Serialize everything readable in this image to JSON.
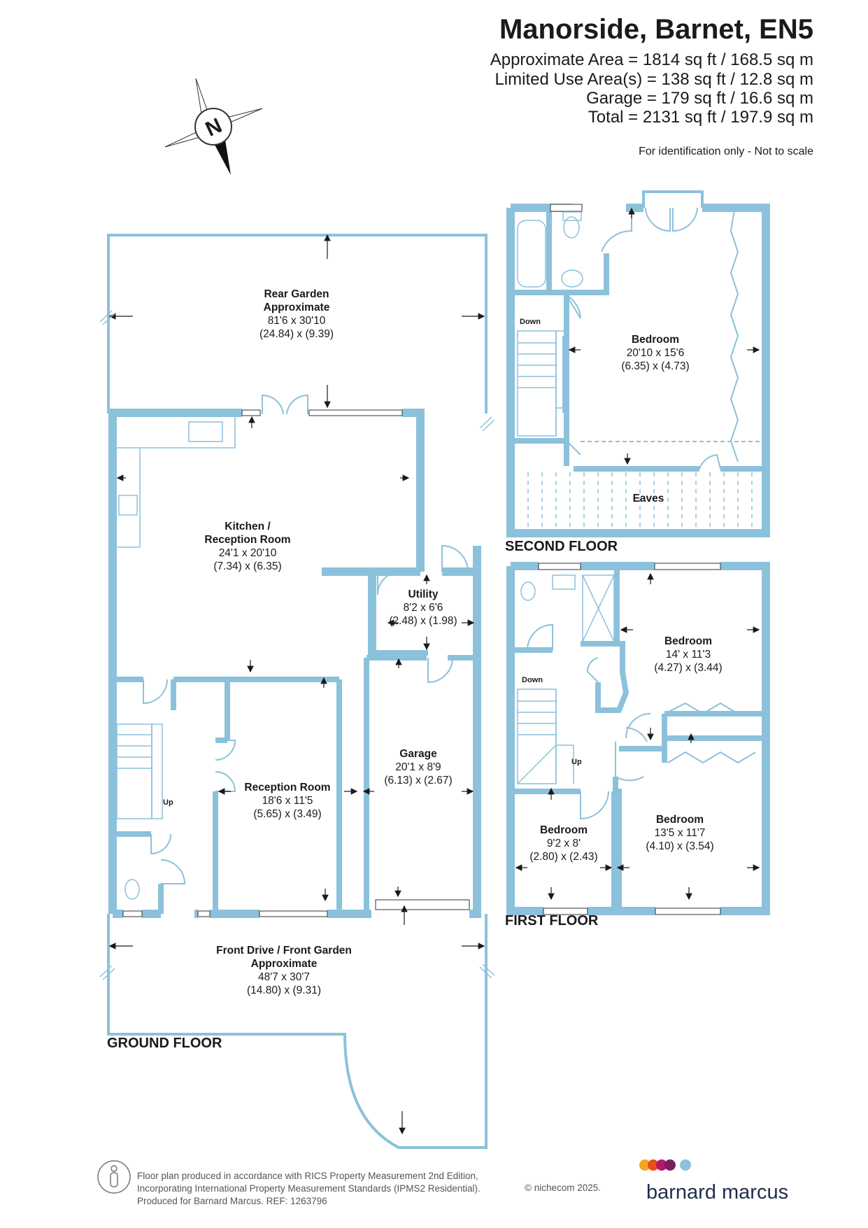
{
  "header": {
    "title": "Manorside, Barnet, EN5",
    "area_lines": [
      "Approximate Area = 1814 sq ft / 168.5 sq m",
      "Limited Use Area(s) = 138 sq ft / 12.8 sq m",
      "Garage = 179 sq ft / 16.6 sq m",
      "Total = 2131 sq ft / 197.9 sq m"
    ],
    "note": "For identification only - Not to scale"
  },
  "compass": {
    "letter": "N"
  },
  "colors": {
    "wall": "#8cc1dc",
    "door_arc": "#8cc1dc",
    "text": "#1a1a1a"
  },
  "floors": {
    "ground": "GROUND FLOOR",
    "first": "FIRST FLOOR",
    "second": "SECOND FLOOR"
  },
  "rooms": {
    "rear_garden": {
      "name1": "Rear Garden",
      "name2": "Approximate",
      "imperial": "81'6 x 30'10",
      "metric": "(24.84) x (9.39)"
    },
    "kitchen": {
      "name1": "Kitchen /",
      "name2": "Reception Room",
      "imperial": "24'1 x 20'10",
      "metric": "(7.34) x (6.35)"
    },
    "utility": {
      "name": "Utility",
      "imperial": "8'2 x 6'6",
      "metric": "(2.48) x (1.98)"
    },
    "garage": {
      "name": "Garage",
      "imperial": "20'1 x 8'9",
      "metric": "(6.13) x (2.67)"
    },
    "reception": {
      "name": "Reception Room",
      "imperial": "18'6 x 11'5",
      "metric": "(5.65) x (3.49)"
    },
    "front_garden": {
      "name1": "Front Drive / Front Garden",
      "name2": "Approximate",
      "imperial": "48'7 x 30'7",
      "metric": "(14.80) x (9.31)"
    },
    "second_bedroom": {
      "name": "Bedroom",
      "imperial": "20'10 x 15'6",
      "metric": "(6.35) x (4.73)"
    },
    "eaves": {
      "name": "Eaves"
    },
    "first_bedroom_a": {
      "name": "Bedroom",
      "imperial": "14' x 11'3",
      "metric": "(4.27) x (3.44)"
    },
    "first_bedroom_b": {
      "name": "Bedroom",
      "imperial": "9'2 x 8'",
      "metric": "(2.80) x (2.43)"
    },
    "first_bedroom_c": {
      "name": "Bedroom",
      "imperial": "13'5 x 11'7",
      "metric": "(4.10) x (3.54)"
    }
  },
  "stair_labels": {
    "up": "Up",
    "down": "Down"
  },
  "footer": {
    "lines": [
      "Floor plan produced in accordance with RICS Property Measurement 2nd Edition,",
      "Incorporating International Property Measurement Standards (IPMS2 Residential).",
      "Produced for Barnard Marcus.   REF:  1263796"
    ],
    "copyright": "© nichecom 2025.",
    "logo_text": "barnard marcus",
    "logo_dot_colors": [
      "#f5a623",
      "#e94e1b",
      "#b5166b",
      "#7a1f5c",
      "#8cc1dc"
    ]
  }
}
